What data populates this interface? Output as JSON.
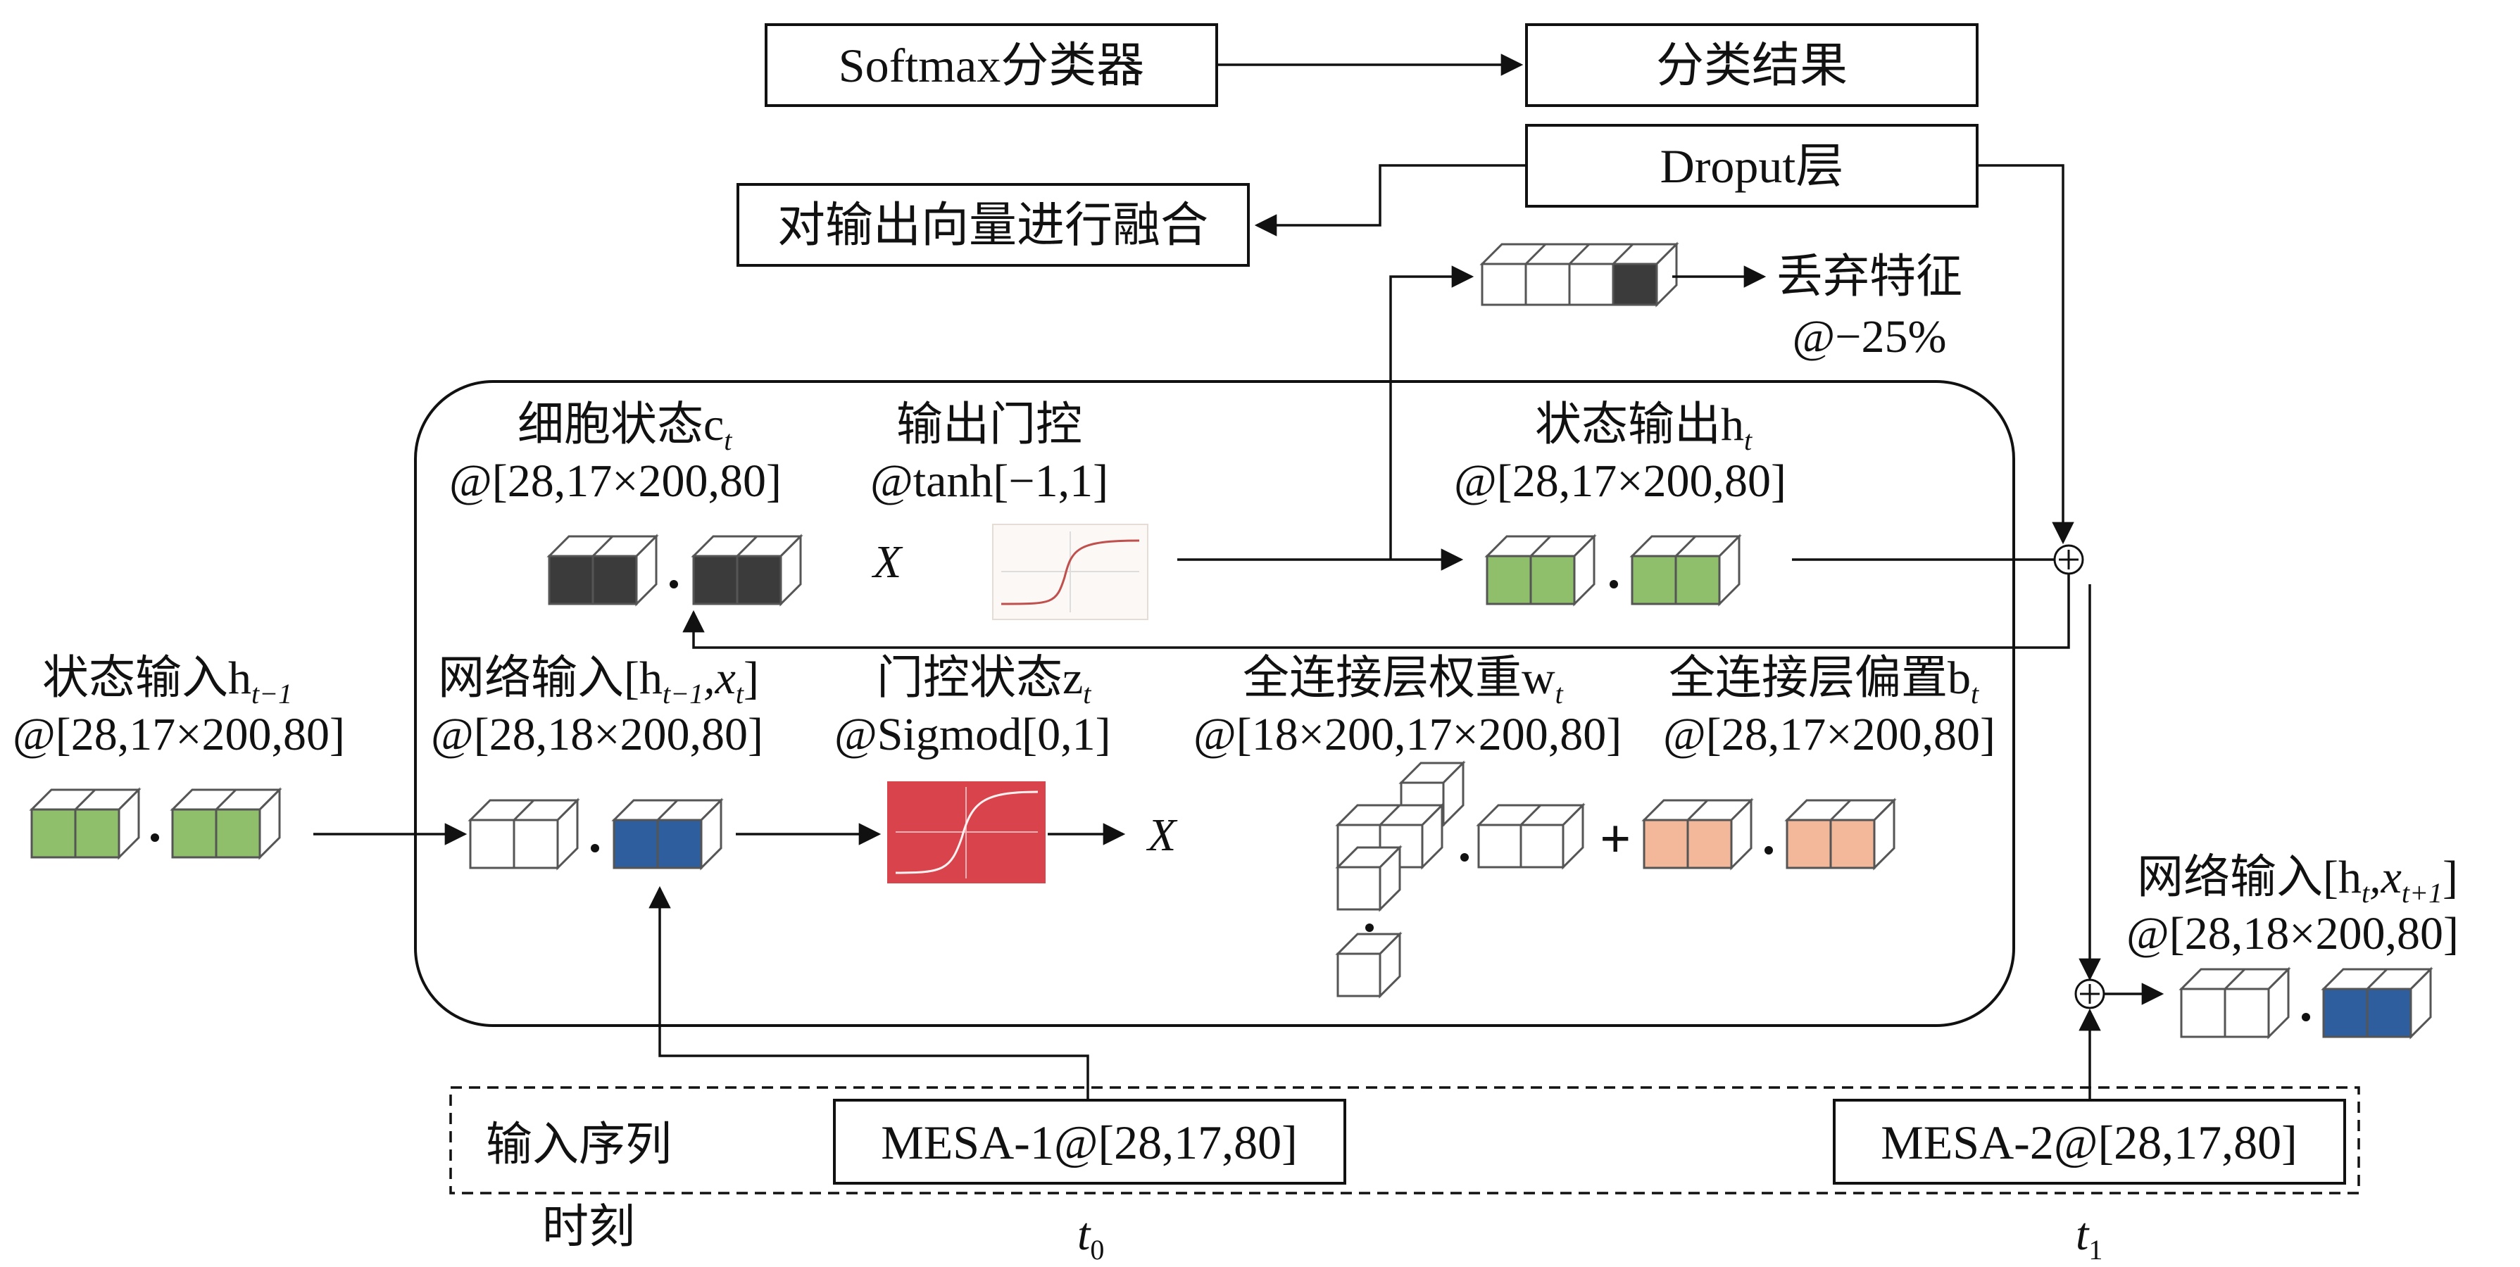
{
  "boxes": {
    "softmax": "Softmax分类器",
    "result": "分类结果",
    "dropout": "Droput层",
    "fuse": "对输出向量进行融合",
    "mesa1": "MESA-1@[28,17,80]",
    "mesa2": "MESA-2@[28,17,80]"
  },
  "labels": {
    "discard_1": "丢弃特征",
    "discard_2": "@−25%",
    "cell_state": "细胞状态c",
    "cell_state_sub": "t",
    "cell_state_dim": "@[28,17×200,80]",
    "output_gate": "输出门控",
    "output_gate_dim": "@tanh[−1,1]",
    "state_out": "状态输出h",
    "state_out_sub": "t",
    "state_out_dim": "@[28,17×200,80]",
    "state_in": "状态输入h",
    "state_in_sub": "t−1",
    "state_in_dim": "@[28,17×200,80]",
    "net_in": "网络输入[h",
    "net_in_sub1": "t−1",
    "net_in_mid": ",x",
    "net_in_sub2": "t",
    "net_in_end": "]",
    "net_in_dim": "@[28,18×200,80]",
    "gate_state": "门控状态z",
    "gate_state_sub": "t",
    "gate_state_dim": "@Sigmod[0,1]",
    "fc_weight": "全连接层权重w",
    "fc_weight_sub": "t",
    "fc_weight_dim": "@[18×200,17×200,80]",
    "fc_bias": "全连接层偏置b",
    "fc_bias_sub": "t",
    "fc_bias_dim": "@[28,17×200,80]",
    "net_in_next": "网络输入[h",
    "net_in_next_sub1": "t",
    "net_in_next_mid": ",x",
    "net_in_next_sub2": "t+1",
    "net_in_next_end": "]",
    "net_in_next_dim": "@[28,18×200,80]",
    "input_seq": "输入序列",
    "time": "时刻",
    "t0": "t",
    "t0_sub": "0",
    "t1": "t",
    "t1_sub": "1",
    "x_mult_1": "X",
    "x_mult_2": "X",
    "plus": "+"
  },
  "colors": {
    "cell_dark": "#3b3b3b",
    "green": "#8fbf6a",
    "blue": "#2f5e9e",
    "salmon": "#f3b79a",
    "sigmoid_bg": "#d9434c",
    "tanh_curve": "#c0504d"
  },
  "icons": {
    "sum": "circle-plus-icon",
    "arrow": "arrowhead-icon"
  }
}
